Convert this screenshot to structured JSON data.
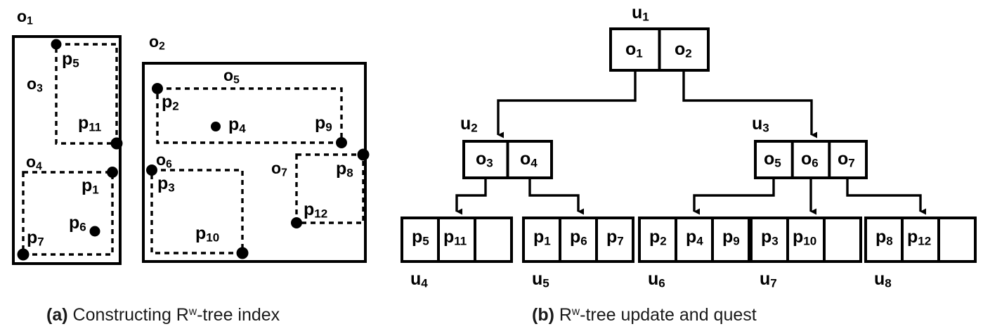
{
  "figure": {
    "panels": [
      {
        "id": "a",
        "caption_prefix": "(a)",
        "caption_text": " Constructing R",
        "caption_sup": "w",
        "caption_tail": "-tree index"
      },
      {
        "id": "b",
        "caption_prefix": "(b)",
        "caption_text": " R",
        "caption_sup": "w",
        "caption_tail": "-tree update and quest"
      }
    ]
  },
  "panel_a": {
    "mbr_labels": [
      {
        "name": "o1",
        "base": "o",
        "sub": "1"
      },
      {
        "name": "o2",
        "base": "o",
        "sub": "2"
      },
      {
        "name": "o3",
        "base": "o",
        "sub": "3"
      },
      {
        "name": "o4",
        "base": "o",
        "sub": "4"
      },
      {
        "name": "o5",
        "base": "o",
        "sub": "5"
      },
      {
        "name": "o6",
        "base": "o",
        "sub": "6"
      },
      {
        "name": "o7",
        "base": "o",
        "sub": "7"
      }
    ],
    "point_labels": [
      {
        "name": "p5",
        "base": "p",
        "sub": "5"
      },
      {
        "name": "p11",
        "base": "p",
        "sub": "11"
      },
      {
        "name": "p1",
        "base": "p",
        "sub": "1"
      },
      {
        "name": "p6",
        "base": "p",
        "sub": "6"
      },
      {
        "name": "p7",
        "base": "p",
        "sub": "7"
      },
      {
        "name": "p2",
        "base": "p",
        "sub": "2"
      },
      {
        "name": "p4",
        "base": "p",
        "sub": "4"
      },
      {
        "name": "p9",
        "base": "p",
        "sub": "9"
      },
      {
        "name": "p3",
        "base": "p",
        "sub": "3"
      },
      {
        "name": "p10",
        "base": "p",
        "sub": "10"
      },
      {
        "name": "p8",
        "base": "p",
        "sub": "8"
      },
      {
        "name": "p12",
        "base": "p",
        "sub": "12"
      }
    ],
    "containment": {
      "o1": [
        "o3",
        "o4"
      ],
      "o2": [
        "o5",
        "o6",
        "o7"
      ],
      "o3": [
        "p5",
        "p11"
      ],
      "o4": [
        "p1",
        "p6",
        "p7"
      ],
      "o5": [
        "p2",
        "p4",
        "p9"
      ],
      "o6": [
        "p3",
        "p10"
      ],
      "o7": [
        "p8",
        "p12"
      ]
    }
  },
  "panel_b": {
    "nodes": [
      {
        "name": "u1",
        "base": "u",
        "sub": "1",
        "cells": [
          "o1",
          "o2"
        ]
      },
      {
        "name": "u2",
        "base": "u",
        "sub": "2",
        "cells": [
          "o3",
          "o4"
        ]
      },
      {
        "name": "u3",
        "base": "u",
        "sub": "3",
        "cells": [
          "o5",
          "o6",
          "o7"
        ]
      },
      {
        "name": "u4",
        "base": "u",
        "sub": "4",
        "cells": [
          "p5",
          "p11",
          ""
        ]
      },
      {
        "name": "u5",
        "base": "u",
        "sub": "5",
        "cells": [
          "p1",
          "p6",
          "p7"
        ]
      },
      {
        "name": "u6",
        "base": "u",
        "sub": "6",
        "cells": [
          "p2",
          "p4",
          "p9"
        ]
      },
      {
        "name": "u7",
        "base": "u",
        "sub": "7",
        "cells": [
          "p3",
          "p10",
          ""
        ]
      },
      {
        "name": "u8",
        "base": "u",
        "sub": "8",
        "cells": [
          "p8",
          "p12",
          ""
        ]
      }
    ],
    "edges": [
      {
        "from": "u1",
        "cell": "o1",
        "to": "u2"
      },
      {
        "from": "u1",
        "cell": "o2",
        "to": "u3"
      },
      {
        "from": "u2",
        "cell": "o3",
        "to": "u4"
      },
      {
        "from": "u2",
        "cell": "o4",
        "to": "u5"
      },
      {
        "from": "u3",
        "cell": "o5",
        "to": "u6"
      },
      {
        "from": "u3",
        "cell": "o6",
        "to": "u7"
      },
      {
        "from": "u3",
        "cell": "o7",
        "to": "u8"
      }
    ]
  },
  "colors": {
    "ink": "#000000",
    "background": "#ffffff",
    "caption": "#1a1a1a"
  }
}
